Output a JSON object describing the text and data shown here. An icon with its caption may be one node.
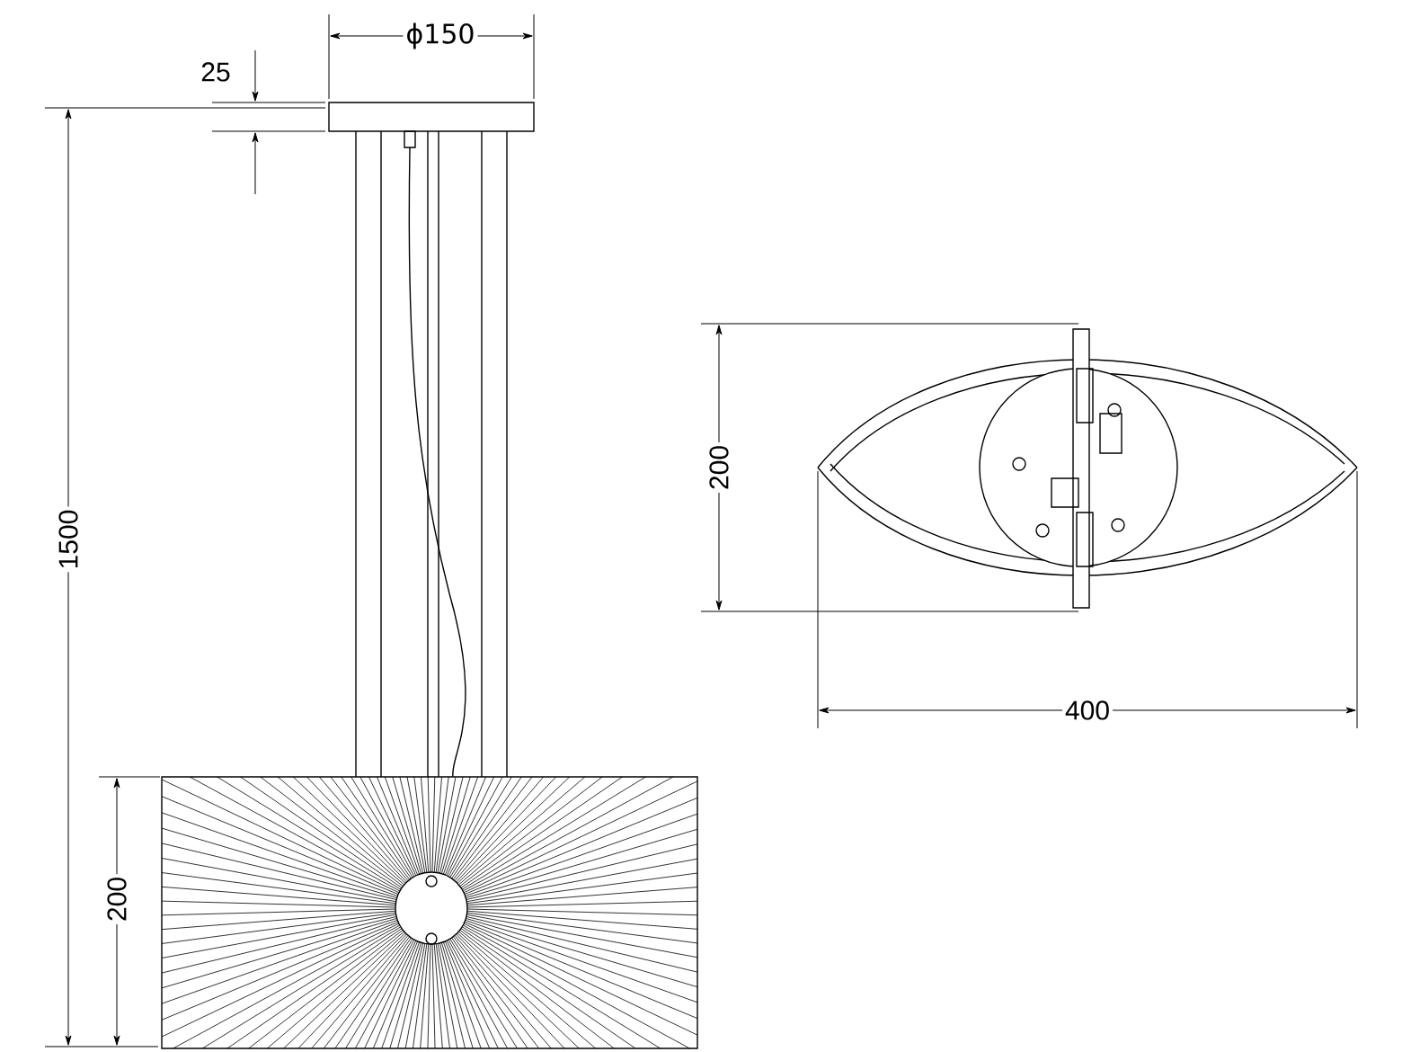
{
  "diagram": {
    "labels": [
      "ϕ150",
      "25",
      "200",
      "1500",
      "400",
      "200"
    ]
  }
}
